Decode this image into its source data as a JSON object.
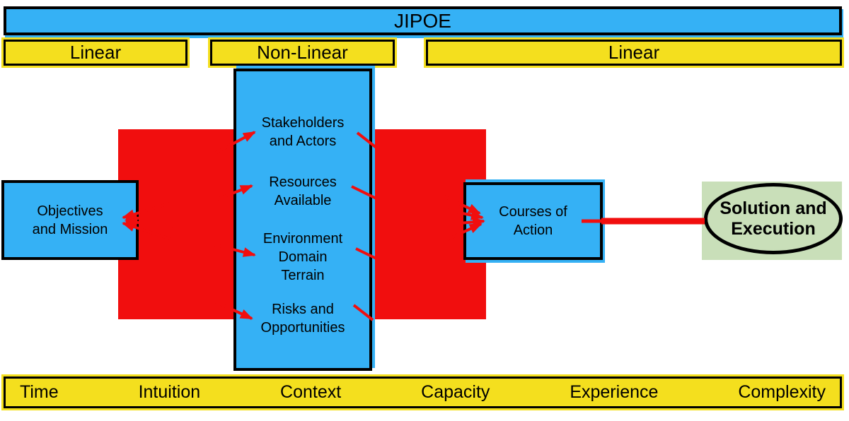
{
  "header": {
    "title": "JIPOE"
  },
  "lanes": [
    {
      "label": "Linear"
    },
    {
      "label": "Non-Linear"
    },
    {
      "label": "Linear"
    }
  ],
  "nodes": {
    "objectives": {
      "label": "Objectives\nand Mission"
    },
    "factors": [
      {
        "label": "Stakeholders\nand Actors"
      },
      {
        "label": "Resources\nAvailable"
      },
      {
        "label": "Environment\nDomain\nTerrain"
      },
      {
        "label": "Risks and\nOpportunities"
      }
    ],
    "courses": {
      "label": "Courses of\nAction"
    },
    "solution": {
      "label": "Solution and\nExecution"
    }
  },
  "footer": {
    "labels": [
      "Time",
      "Intuition",
      "Context",
      "Capacity",
      "Experience",
      "Complexity"
    ]
  },
  "colors": {
    "blue": "#35b1f5",
    "yellow": "#f4df1e",
    "red": "#f10e0e",
    "green": "#c9dfb9",
    "black": "#000000"
  }
}
